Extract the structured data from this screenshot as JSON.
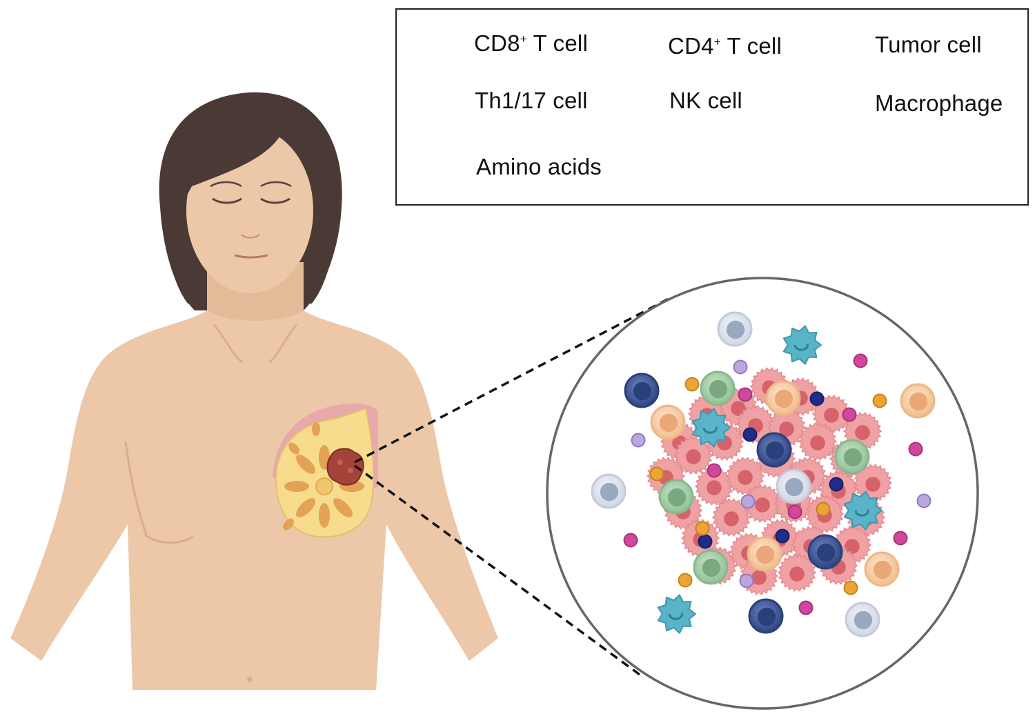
{
  "legend": {
    "cd8": {
      "base": "CD8",
      "sup": "+",
      "rest": " T cell",
      "icon": "cd8-t-cell-icon",
      "color": "#dfe4ee"
    },
    "cd4": {
      "base": "CD4",
      "sup": "+",
      "rest": " T cell",
      "icon": "cd4-t-cell-icon",
      "color": "#a9cfa9"
    },
    "tumor": {
      "label": "Tumor cell",
      "icon": "tumor-cell-icon",
      "color": "#ee9fa3"
    },
    "th": {
      "label": "Th1/17 cell",
      "icon": "th1-17-cell-icon",
      "color": "#3f58a0"
    },
    "nk": {
      "label": "NK cell",
      "icon": "nk-cell-icon",
      "color": "#f8d2ab"
    },
    "macro": {
      "label": "Macrophage",
      "icon": "macrophage-icon",
      "color": "#59b3c9"
    },
    "amino": {
      "label": "Amino acids",
      "icon": "amino-acids-icon",
      "colors": [
        "#b9a7dd",
        "#d0479b",
        "#1f2d8a",
        "#eaa535"
      ]
    }
  },
  "colors": {
    "skin": "#ecc8a8",
    "skin_shadow": "#d9ae8d",
    "hair": "#4a3934",
    "breast_tissue": "#f6dc8c",
    "tumor_mass": "#a4433a",
    "circle_stroke": "#666666"
  }
}
